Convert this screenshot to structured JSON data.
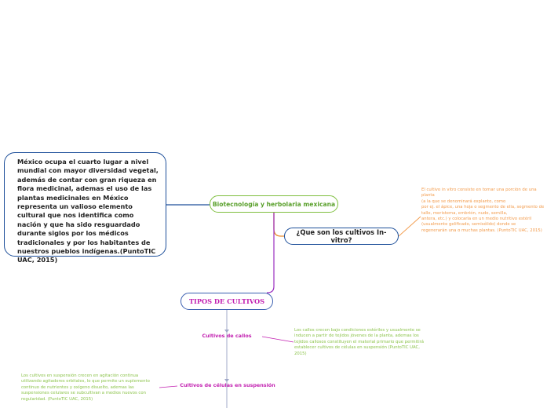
{
  "main_text": "México ocupa el cuarto lugar a nivel mundial con mayor diversidad vegetal, además de contar con gran riqueza en flora medicinal, ademas el uso de las plantas medicinales en México representa un valioso elemento cultural que nos identifica como nación y que ha sido resguardado durante siglos por los médicos tradicionales y por los habitantes de nuestros pueblos indígenas.(PuntoTIC UAC, 2015)",
  "central_topic": "Biotecnología y herbolaria mexicana",
  "invitro_question": "¿Que son los cultivos In- vitro?",
  "invitro_answer": "El cultivo in vitro consiste en tomar una porción de una planta\n(a la que se denominará explanto, como\npor ej. el ápice, una hoja o segmento de ella, segmento de\ntallo, meristema, embrión, nudo, semilla,\nantera, etc.) y colocarla en un medio nutritivo estéril\n(usualmente gelificado, semisólido) donde se\nregenerarán una o muchas plantas. (PuntoTIC UAC, 2015)",
  "tipos_title": "TIPOS DE CULTIVOS",
  "callos_label": "Cultivos de callos",
  "callos_text": "Los callos crecen bajo condiciones estériles y usualmente se\ninducen a partir de tejidos jóvenes de la planta, ademas los\ntejidos callosos constituyen el material primario que permitirá\nestablecer cultivos de células en suspensión (PuntoTIC UAC,\n2015)",
  "celulas_label": "Cultivos de células en suspensión",
  "celulas_text": "Los cultivos en suspensión crecen en agitación continua\nutilizando agitadores orbitales, lo que permite un suplemento\ncontinuo de nutrientes y oxígeno disuelto, ademas las\nsuspensiones celulares se subcultivan a medios nuevos con\nregularidad. (PuntoTIC UAC, 2015)",
  "colors": {
    "main_border": "#1d4f9a",
    "central_border": "#7fbf3f",
    "branch_purple": "#9b2fc0",
    "label_magenta": "#c21fb0",
    "note_green": "#8bc34a",
    "note_orange": "#f29a4a"
  }
}
